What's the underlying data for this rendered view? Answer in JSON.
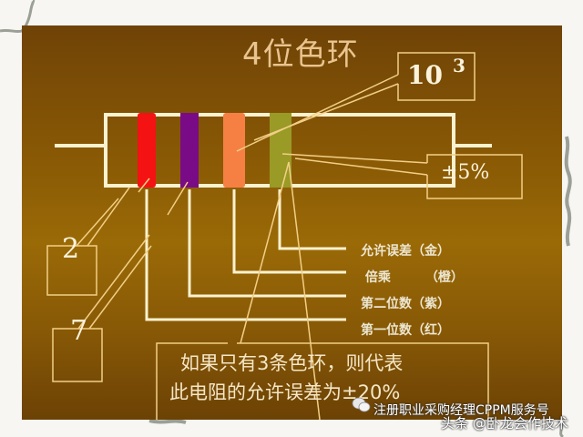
{
  "slide": {
    "title": "4位色环",
    "multiplier_box": {
      "base": "10",
      "exponent": "3"
    },
    "tolerance_box": "±5%",
    "digit_boxes": [
      "2",
      "7"
    ],
    "resistor": {
      "bands": [
        {
          "name": "band-1",
          "color": "#f41212",
          "meaning": "第一位数（红）"
        },
        {
          "name": "band-2",
          "color": "#7a0b86",
          "meaning": "第二位数（紫）"
        },
        {
          "name": "band-3",
          "color": "#f68044",
          "meaning": "倍乘（橙）"
        },
        {
          "name": "band-4",
          "color": "#9a9a26",
          "meaning": "允许误差（金）"
        }
      ]
    },
    "legend": [
      {
        "label": "允许误差",
        "paren": "（金）"
      },
      {
        "label": "倍乘",
        "paren": "（橙）"
      },
      {
        "label": "第二位数",
        "paren": "（紫）"
      },
      {
        "label": "第一位数",
        "paren": "（红）"
      }
    ],
    "note": {
      "line1": "如果只有3条色环，则代表",
      "line2": "此电阻的允许误差为±20%"
    }
  },
  "watermarks": {
    "primary": "注册职业采购经理CPPM服务号",
    "secondary": "头条 @卧龙会作技术"
  },
  "colors": {
    "background_top": "#6f4306",
    "background_mid": "#9a6a07",
    "line": "#fcf2cf",
    "thin_line": "#f2cf86"
  }
}
